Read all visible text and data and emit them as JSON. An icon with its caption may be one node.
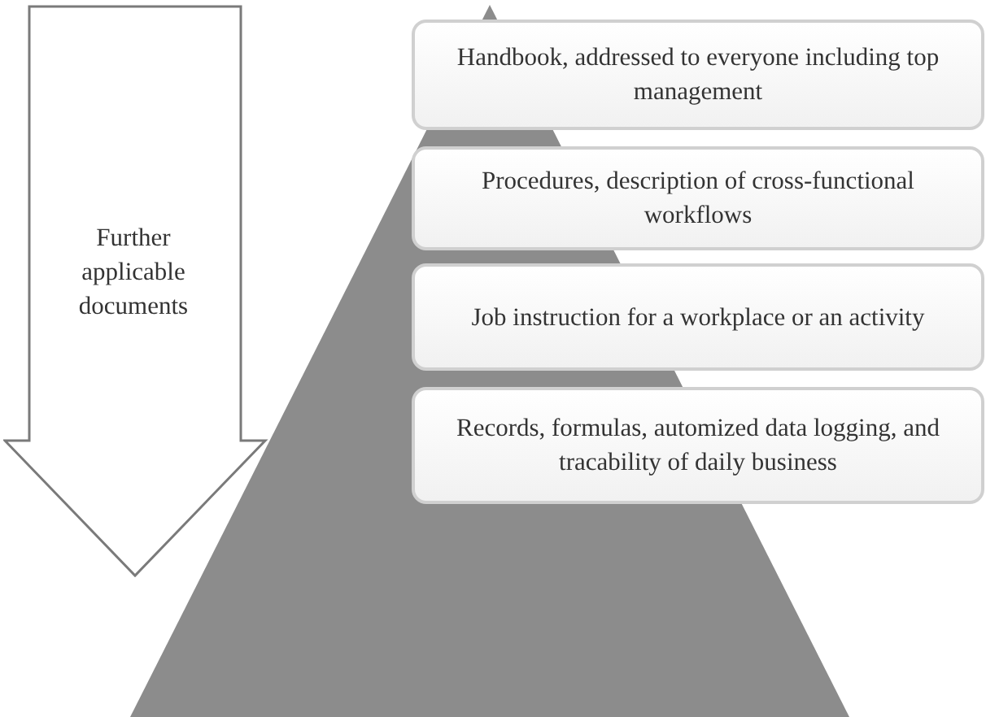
{
  "diagram": {
    "nodes": [
      {
        "text": [
          "Further applicable documents"
        ]
      },
      {
        "text": [],
        "shape": "triangle"
      },
      {
        "text": [
          "Handbook, addressed to everyone including top management"
        ]
      },
      {
        "text": [
          "Procedures, description of cross-functional workflows"
        ]
      },
      {
        "text": [
          "Job instruction for a workplace or an activity"
        ]
      },
      {
        "text": [
          "Records, formulas, automized data logging, and tracability of daily business"
        ]
      }
    ],
    "edges": []
  }
}
